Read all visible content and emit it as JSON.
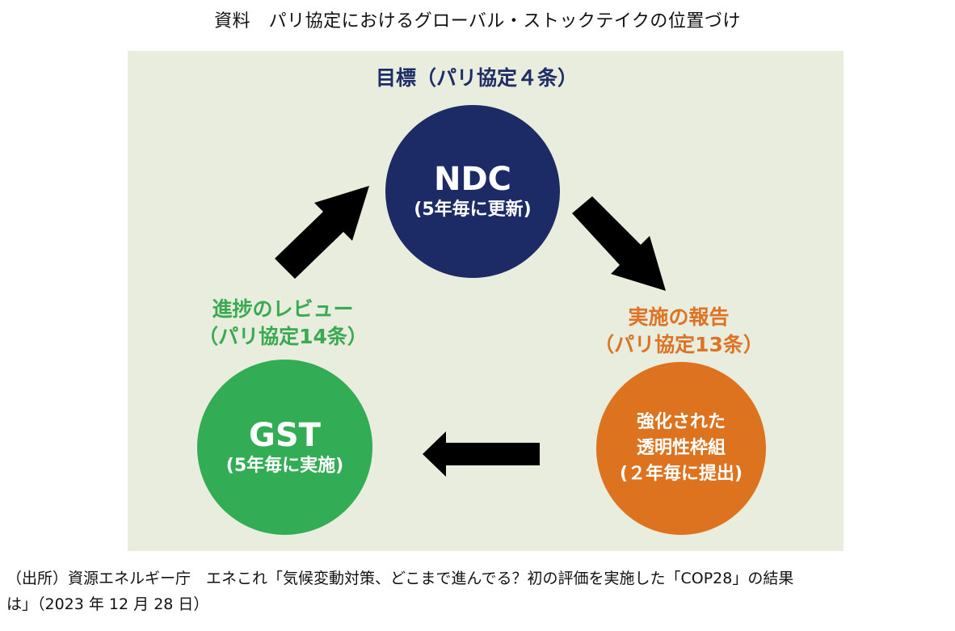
{
  "title": "資料　パリ協定におけるグローバル・ストックテイクの位置づけ",
  "diagram": {
    "nodes": [
      {
        "id": "ndc",
        "label_above": "目標（パリ協定４条）",
        "circle_title": "NDC",
        "circle_sub": "(5年毎に更新)",
        "color": "#1c2a66",
        "label_color": "#1e2d66"
      },
      {
        "id": "etf",
        "label_above_line1": "実施の報告",
        "label_above_line2": "（パリ協定13条）",
        "circle_line1": "強化された",
        "circle_line2": "透明性枠組",
        "circle_line3": "(２年毎に提出)",
        "color": "#dd731f",
        "label_color": "#dd7325"
      },
      {
        "id": "gst",
        "label_above_line1": "進捗のレビュー",
        "label_above_line2": "（パリ協定14条）",
        "circle_title": "GST",
        "circle_sub": "(5年毎に実施)",
        "color": "#33ad55",
        "label_color": "#3aaa52"
      }
    ],
    "edges": [
      {
        "from": "ndc",
        "to": "etf",
        "direction": "down-right"
      },
      {
        "from": "etf",
        "to": "gst",
        "direction": "left"
      },
      {
        "from": "gst",
        "to": "ndc",
        "direction": "up-right"
      }
    ],
    "background": "#e9eddd",
    "arrow_color": "#000000"
  },
  "source": {
    "line1": "（出所）資源エネルギー庁　エネこれ「気候変動対策、どこまで進んでる？初の評価を実施した「COP28」の結果",
    "line2": "は」（2023 年 12 月 28 日）"
  }
}
